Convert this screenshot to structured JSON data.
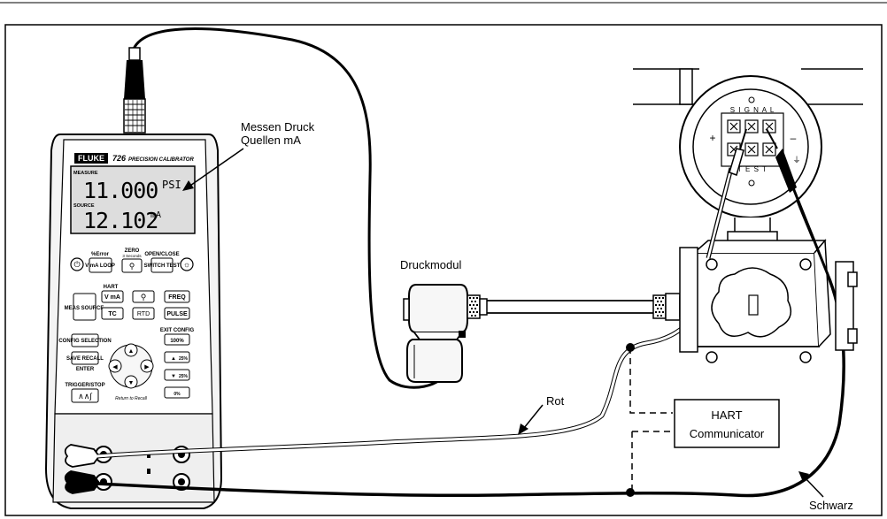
{
  "callouts": {
    "messen_line1": "Messen Druck",
    "messen_line2": "Quellen mA",
    "druckmodul": "Druckmodul",
    "rot": "Rot",
    "schwarz": "Schwarz",
    "hart_line1": "HART",
    "hart_line2": "Communicator"
  },
  "calibrator": {
    "brand": "FLUKE",
    "model": "726",
    "model_subtitle": "PRECISION CALIBRATOR",
    "display": {
      "measure_label": "MEASURE",
      "measure_value": "11.000",
      "measure_unit": "PSI",
      "source_label": "SOURCE",
      "source_value": "12.102",
      "source_unit": "mA"
    },
    "buttons": {
      "error_label": "%Error",
      "vma_loop": "V mA LOOP",
      "zero_label": "ZERO",
      "zero_sub": "3 Seconds",
      "openclose_label": "OPEN/CLOSE",
      "switch_test": "SWITCH TEST",
      "hart_label": "HART",
      "meas_source": "MEAS SOURCE",
      "vma": "V mA",
      "freq": "FREQ",
      "tc": "TC",
      "rtd": "RTD",
      "pulse": "PULSE",
      "exit_config": "EXIT CONFIG",
      "config_selection": "CONFIG SELECTION",
      "pct100": "100%",
      "save_recall": "SAVE RECALL",
      "enter": "ENTER",
      "pct25a": "25%",
      "pct25b": "25%",
      "pct0": "0%",
      "trigger_stop": "TRIGGER/STOP",
      "return_recall": "Return to Recall"
    }
  },
  "transmitter": {
    "signal_label": "S I G N A L",
    "test_label": "T E S T",
    "plus": "+",
    "minus": "–"
  }
}
